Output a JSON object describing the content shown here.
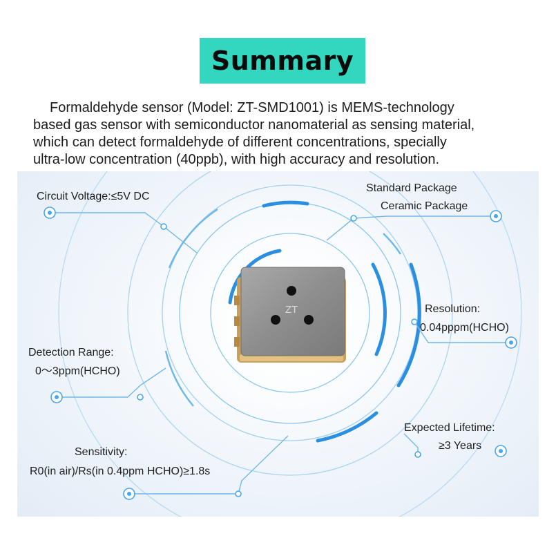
{
  "title": "Summary",
  "intro": {
    "lines": [
      "Formaldehyde sensor (Model: ZT-SMD1001) is MEMS-technology",
      "based gas sensor with semiconductor nanomaterial as sensing material,",
      "which can detect formaldehyde of different concentrations, specially",
      "ultra-low concentration (40ppb), with high accuracy and resolution."
    ]
  },
  "chip": {
    "marking": "ZT"
  },
  "specs": {
    "circuit_voltage": "Circuit Voltage:≤5V DC",
    "package_line1": "Standard Package",
    "package_line2": "Ceramic Package",
    "resolution_label": "Resolution:",
    "resolution_value": "0.04pppm(HCHO)",
    "detection_label": "Detection Range:",
    "detection_value": "0～3ppm(HCHO)",
    "lifetime_label": "Expected Lifetime:",
    "lifetime_value": "≥3 Years",
    "sensitivity_label": "Sensitivity:",
    "sensitivity_value": "R0(in air)/Rs(in 0.4ppm HCHO)≥1.8s"
  },
  "colors": {
    "title_bg": "#33d6bf",
    "accent_blue": "#2a8fe0",
    "line_blue": "#6fb8ea"
  }
}
